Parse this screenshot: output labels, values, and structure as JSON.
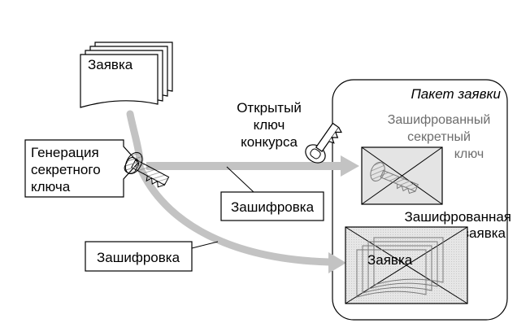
{
  "diagram": {
    "request_doc_label": "Заявка",
    "keygen_callout": [
      "Генерация",
      "секретного",
      "ключа"
    ],
    "public_key_label": [
      "Открытый",
      "ключ",
      "конкурса"
    ],
    "encrypt_label_top": "Зашифровка",
    "encrypt_label_bottom": "Зашифровка",
    "package_title": "Пакет заявки",
    "encrypted_key_label": [
      "Зашифрованный",
      "секретный",
      "ключ"
    ],
    "encrypted_request_label": [
      "Зашифрованная",
      "заявка"
    ],
    "encrypted_doc_label": "Заявка"
  },
  "colors": {
    "arrow": "#c3c3c3",
    "envelope_fill": "#dedede",
    "hatch": "#8a8a8a",
    "gray_text": "#6d6d6d",
    "line": "#000000"
  },
  "icons": {
    "document": "document-stack-icon",
    "secret_key": "hatched-key-icon",
    "public_key": "white-key-icon",
    "envelope": "crossed-envelope-icon"
  }
}
